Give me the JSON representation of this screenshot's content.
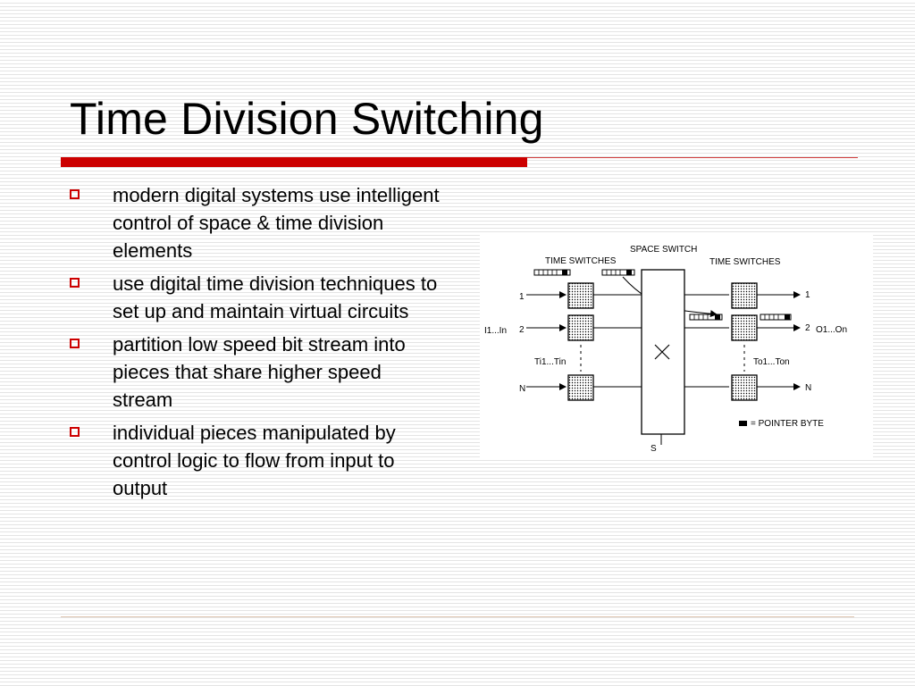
{
  "slide": {
    "title": "Time Division Switching",
    "colors": {
      "accent": "#cc0000",
      "thin_rule": "#d23c3c",
      "bottom_rule": "#e0c8b4",
      "bullet_box": "#cc0000"
    }
  },
  "bullets": [
    "modern digital systems use intelligent control of space & time division elements",
    "use digital time division techniques to set up and maintain virtual circuits",
    "partition low speed bit stream into pieces that share higher speed stream",
    "individual pieces manipulated by control logic to flow from input to output"
  ],
  "diagram": {
    "space_switch_label": "SPACE SWITCH",
    "time_switches_left_label": "TIME SWITCHES",
    "time_switches_right_label": "TIME SWITCHES",
    "input_group_label": "I1...In",
    "output_group_label": "O1...On",
    "left_lines": [
      "1",
      "2",
      "N"
    ],
    "right_lines": [
      "1",
      "2",
      "N"
    ],
    "left_slots_label": "Ti1...Tin",
    "right_slots_label": "To1...Ton",
    "space_switch_control": "S",
    "legend_text": "= POINTER BYTE"
  }
}
